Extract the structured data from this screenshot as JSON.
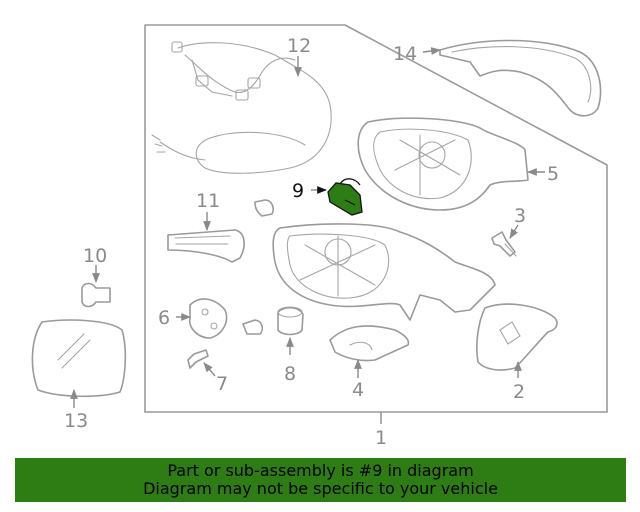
{
  "colors": {
    "banner_bg": "#2e7d14",
    "highlight_fill": "#2e7d14",
    "line": "#9a9a9a",
    "label_text": "#8a8a8a"
  },
  "callouts": {
    "c1": "1",
    "c2": "2",
    "c3": "3",
    "c4": "4",
    "c5": "5",
    "c6": "6",
    "c7": "7",
    "c8": "8",
    "c9": "9",
    "c10": "10",
    "c11": "11",
    "c12": "12",
    "c13": "13",
    "c14": "14"
  },
  "highlighted_part": "9",
  "banner": {
    "line1": "Part or sub-assembly is #9 in diagram",
    "line2": "Diagram may not be specific to your vehicle"
  }
}
